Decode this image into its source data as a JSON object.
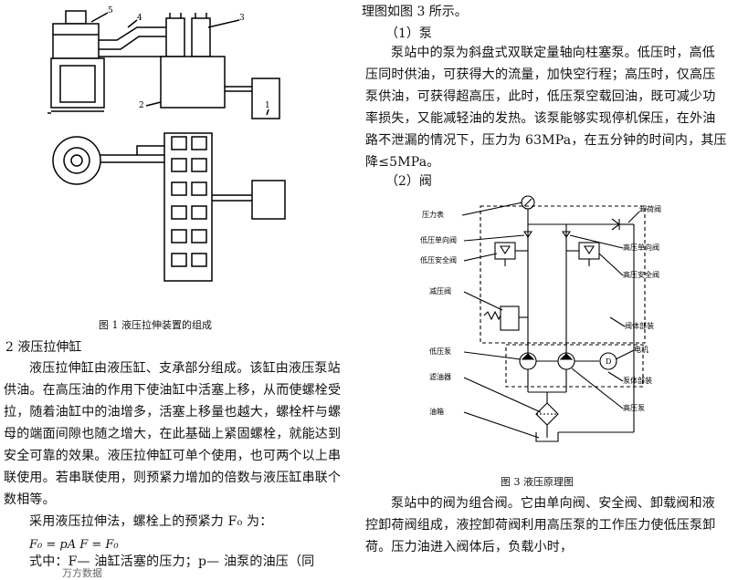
{
  "left": {
    "fig1": {
      "labels": [
        "5",
        "4",
        "3",
        "2",
        "1"
      ],
      "caption": "图 1   液压拉伸装置的组成"
    },
    "section2_title": "2   液压拉伸缸",
    "section2_body": "液压拉伸缸由液压缸、支承部分组成。该缸由液压泵站供油。在高压油的作用下使油缸中活塞上移，从而使螺栓受拉，随着油缸中的油增多，活塞上移量也越大，螺栓杆与螺母的端面间隙也随之增大，在此基础上紧固螺栓，就能达到安全可靠的效果。液压拉伸缸可单个使用，也可两个以上串联使用。若串联使用，则预紧力增加的倍数与液压缸串联个数相等。",
    "formula_intro": "采用液压拉伸法，螺栓上的预紧力 F₀ 为：",
    "formula": "F₀ = pA  F = F₀",
    "formula_note": "式中：F— 油缸活塞的压力；p— 油泵的油压（同",
    "watermark": "万方数据"
  },
  "right": {
    "top_line": "理图如图 3 所示。",
    "s1_title": "（1）泵",
    "s1_body": "泵站中的泵为斜盘式双联定量轴向柱塞泵。低压时，高低压同时供油，可获得大的流量，加快空行程；高压时，仅高压泵供油，可获得超高压，此时，低压泵空载回油，既可减少功率损失，又能减轻油的发热。该泵能够实现停机保压，在外油路不泄漏的情况下，压力为 63MPa，在五分钟的时间内，其压降≤5MPa。",
    "s2_title": "（2）阀",
    "fig3": {
      "labels": {
        "gauge": "压力表",
        "unload": "卸荷阀",
        "lp_check": "低压单向阀",
        "hp_check": "高压单向阀",
        "lp_safety": "低压安全阀",
        "hp_safety": "高压安全阀",
        "reducer": "减压阀",
        "valve_block": "阀体部装",
        "lp_pump": "低压泵",
        "motor": "电机",
        "pump_block": "泵体部装",
        "filter": "滤油器",
        "hp_pump": "高压泵",
        "tank": "油箱",
        "motor_symbol": "D"
      },
      "caption": "图 3   液压原理图"
    },
    "s2_body": "泵站中的阀为组合阀。它由单向阀、安全阀、卸载阀和液控卸荷阀组成，液控卸荷阀利用高压泵的工作压力使低压泵卸荷。压力油进入阀体后，负载小时，"
  }
}
